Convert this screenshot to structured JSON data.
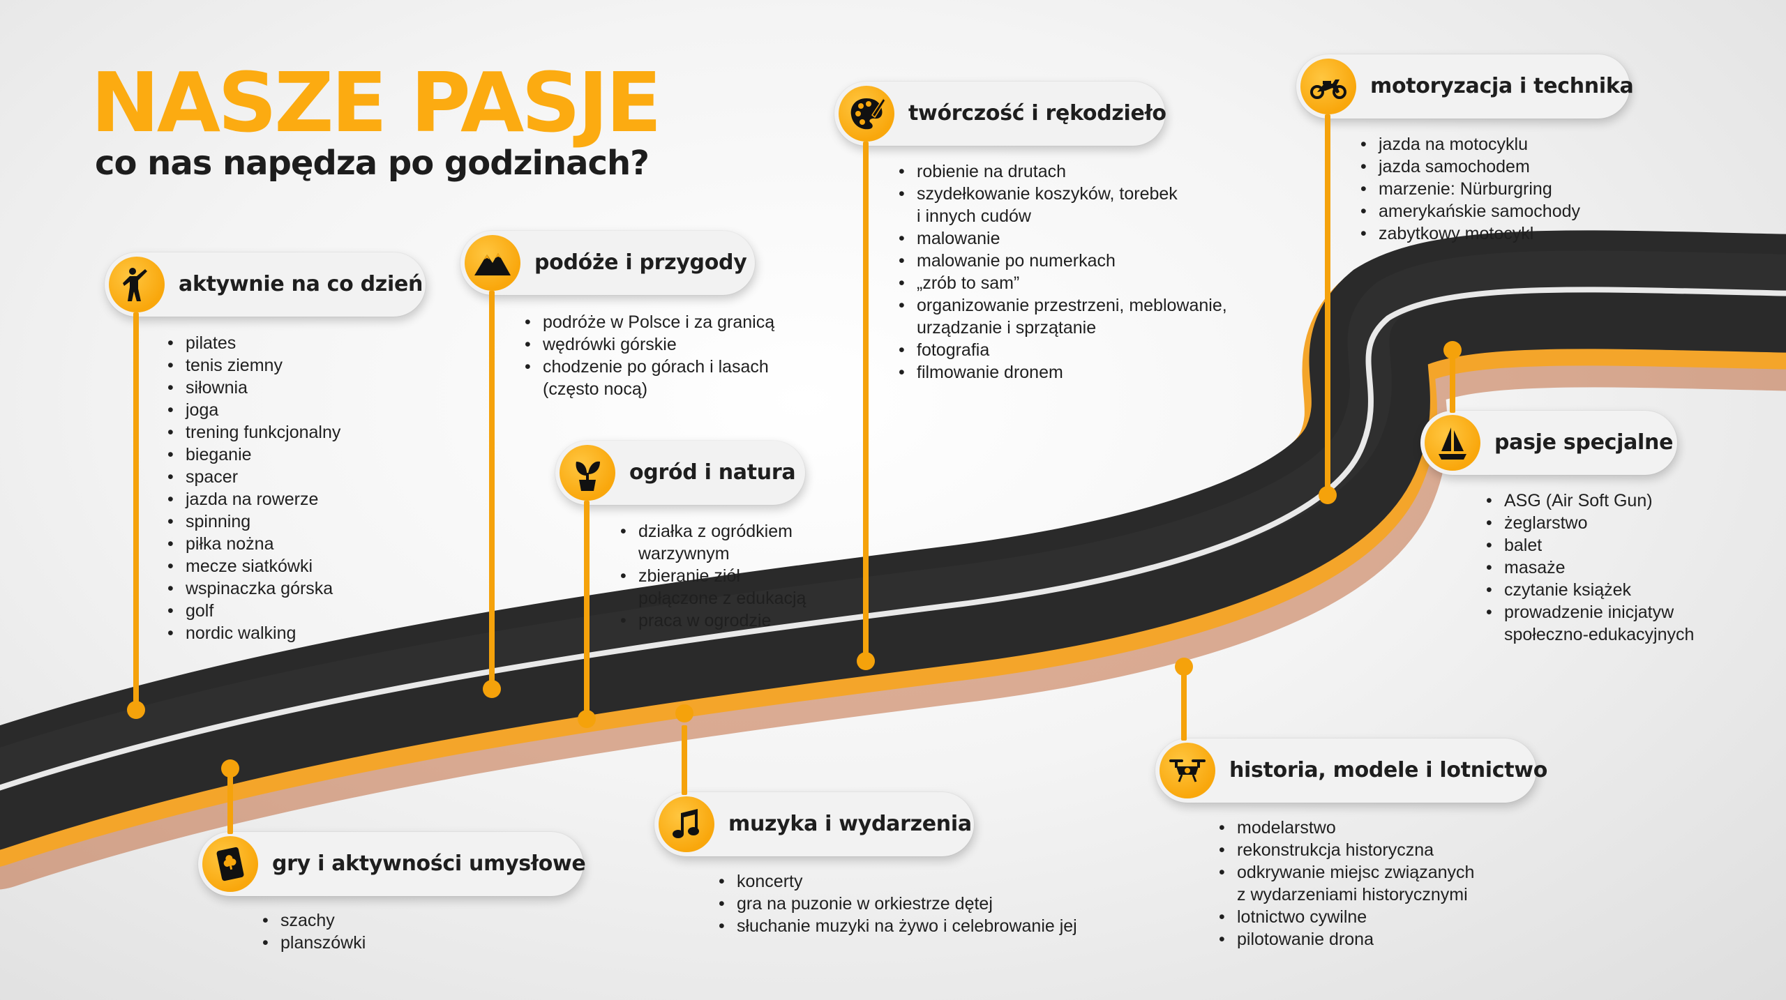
{
  "header": {
    "title": "NASZE PASJE",
    "subtitle": "co nas napędza po godzinach?"
  },
  "colors": {
    "accent": "#f9a70c",
    "road": "#2b2b2b",
    "road_line": "#e6e6e6",
    "pill": "#f2f2f2",
    "text": "#1e1e1e"
  },
  "categories": [
    {
      "id": "active",
      "icon": "person-icon",
      "label": "aktywnie na co dzień",
      "items": [
        "pilates",
        "tenis ziemny",
        "siłownia",
        "joga",
        "trening funkcjonalny",
        "bieganie",
        "spacer",
        "jazda na rowerze",
        "spinning",
        "piłka nożna",
        "mecze siatkówki",
        "wspinaczka górska",
        "golf",
        "nordic walking"
      ]
    },
    {
      "id": "travel",
      "icon": "mountain-icon",
      "label": "podóże i przygody",
      "items": [
        "podróże w Polsce i za granicą",
        "wędrówki górskie",
        "chodzenie po górach i lasach\n(często nocą)"
      ]
    },
    {
      "id": "garden",
      "icon": "plant-icon",
      "label": "ogród i natura",
      "items": [
        "działka z ogródkiem\nwarzywnym",
        "zbieranie ziół\npołączone z edukacją",
        "praca w ogrodzie"
      ]
    },
    {
      "id": "craft",
      "icon": "palette-icon",
      "label": "twórczość i rękodzieło",
      "items": [
        "robienie na drutach",
        "szydełkowanie koszyków, torebek\ni innych cudów",
        "malowanie",
        "malowanie po numerkach",
        "„zrób to sam”",
        "organizowanie przestrzeni, meblowanie,\nurządzanie i sprzątanie",
        "fotografia",
        "filmowanie dronem"
      ]
    },
    {
      "id": "moto",
      "icon": "motorcycle-icon",
      "label": "motoryzacja i technika",
      "items": [
        "jazda na motocyklu",
        "jazda samochodem",
        "marzenie: Nürburgring",
        "amerykańskie samochody",
        "zabytkowy motocykl"
      ]
    },
    {
      "id": "special",
      "icon": "sailboat-icon",
      "label": "pasje specjalne",
      "items": [
        "ASG (Air Soft Gun)",
        "żeglarstwo",
        "balet",
        "masaże",
        "czytanie książek",
        "prowadzenie inicjatyw\nspołeczno-edukacyjnych"
      ]
    },
    {
      "id": "games",
      "icon": "playing-card-icon",
      "label": "gry i aktywności umysłowe",
      "items": [
        "szachy",
        "planszówki"
      ]
    },
    {
      "id": "music",
      "icon": "music-note-icon",
      "label": "muzyka i wydarzenia",
      "items": [
        "koncerty",
        "gra na puzonie w orkiestrze dętej",
        "słuchanie muzyki na żywo i celebrowanie jej"
      ]
    },
    {
      "id": "history",
      "icon": "drone-icon",
      "label": "historia, modele i lotnictwo",
      "items": [
        "modelarstwo",
        "rekonstrukcja historyczna",
        "odkrywanie miejsc związanych\nz wydarzeniami historycznymi",
        "lotnictwo cywilne",
        "pilotowanie drona"
      ]
    }
  ]
}
